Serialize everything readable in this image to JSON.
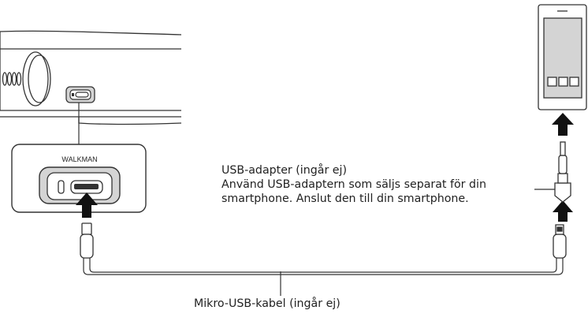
{
  "panel_label": "WALKMAN",
  "adapter_note": {
    "title": "USB-adapter (ingår ej)",
    "line1": "Använd USB-adaptern som säljs separat för din",
    "line2": "smartphone. Anslut den till din smartphone."
  },
  "cable_label": "Mikro-USB-kabel (ingår ej)",
  "colors": {
    "stroke": "#333333",
    "fill_gray": "#d4d4d4",
    "arrow": "#111111"
  }
}
